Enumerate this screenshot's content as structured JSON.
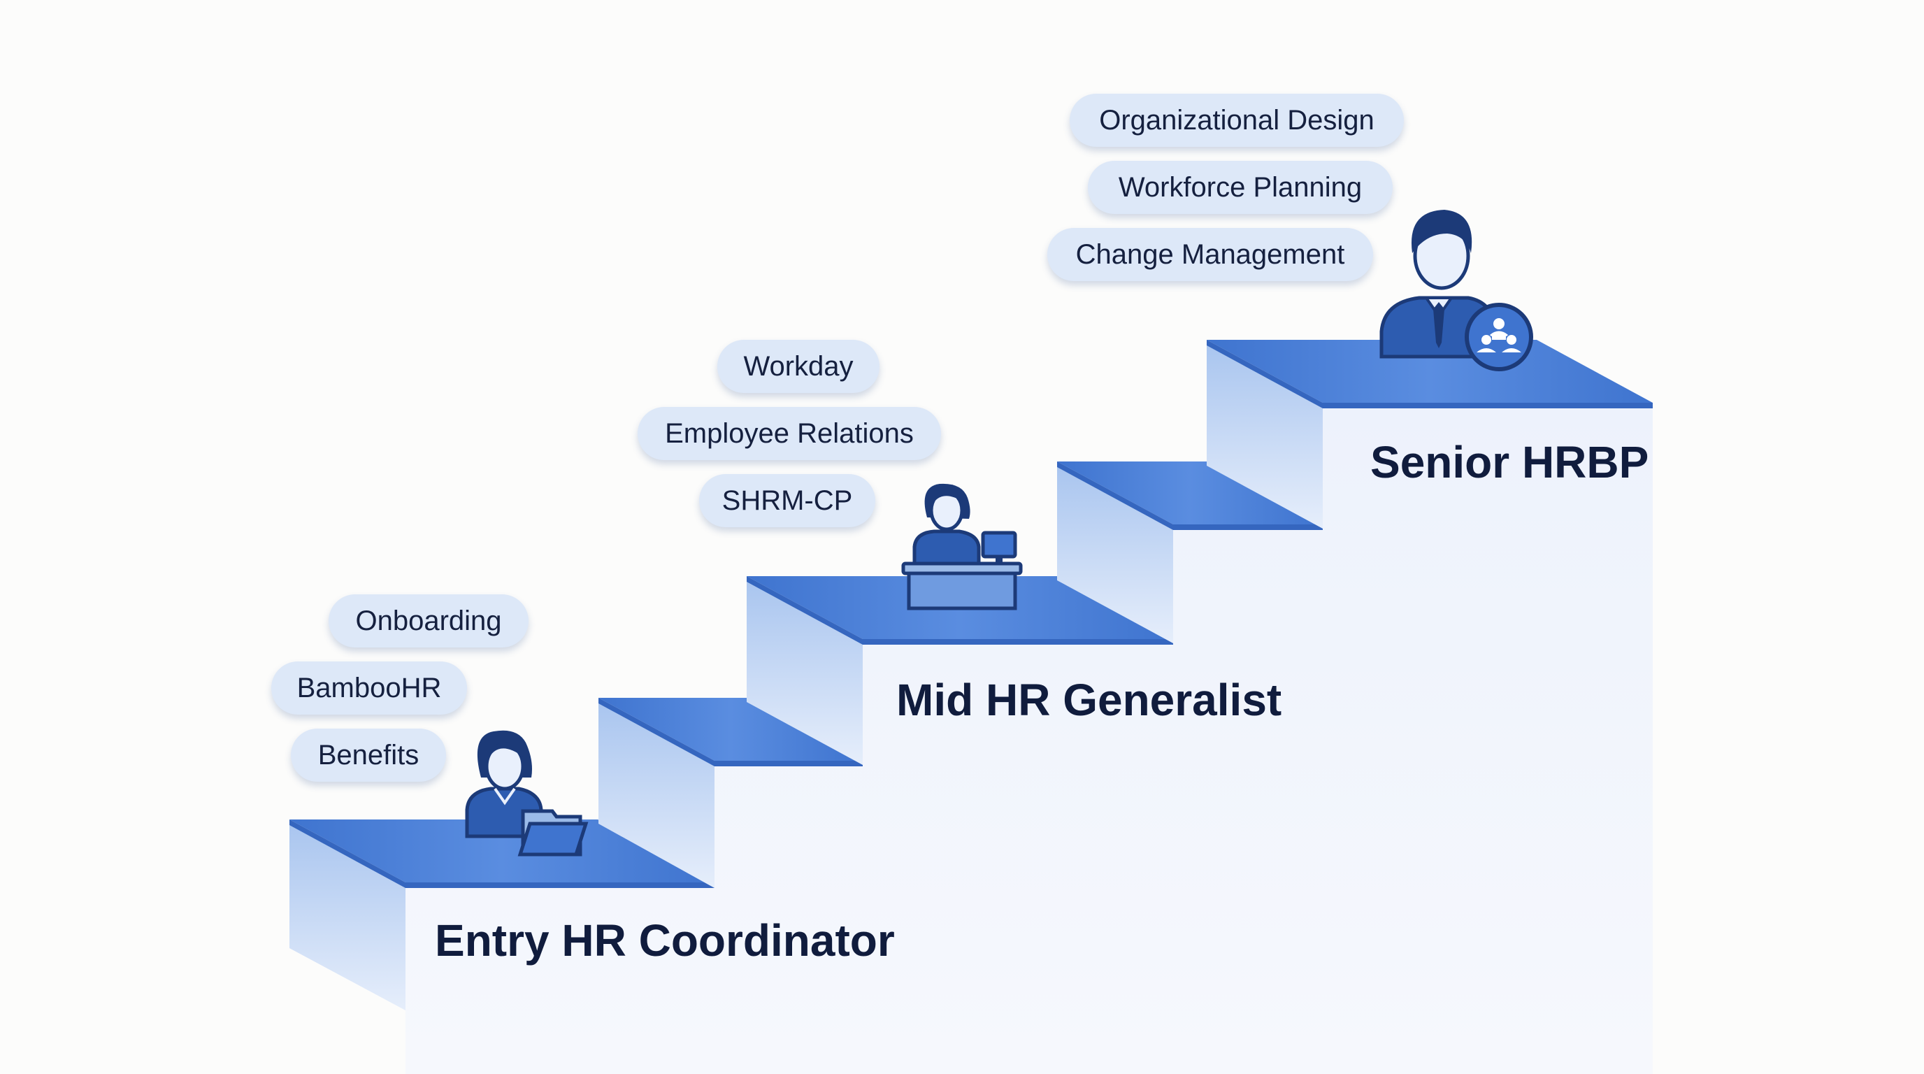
{
  "levels": [
    {
      "title": "Entry HR Coordinator",
      "icon": "hr-coordinator-folder-icon",
      "skills": [
        "Onboarding",
        "BambooHR",
        "Benefits"
      ]
    },
    {
      "title": "Mid HR Generalist",
      "icon": "hr-generalist-desk-icon",
      "skills": [
        "Workday",
        "Employee Relations",
        "SHRM-CP"
      ]
    },
    {
      "title": "Senior HRBP",
      "icon": "hrbp-org-chart-icon",
      "skills": [
        "Organizational Design",
        "Workforce Planning",
        "Change Management"
      ]
    }
  ],
  "colors": {
    "tread": "#4a7fd6",
    "tread_edge": "#3566bf",
    "riser_top": "#a9c5ef",
    "riser_bottom": "#e6eefb",
    "wall": "#eef3fc",
    "pill": "#dde8f8",
    "text": "#101c3d",
    "icon": "#2d5cb0",
    "icon_dark": "#1c3a78",
    "icon_skin": "#e9f0fc"
  }
}
